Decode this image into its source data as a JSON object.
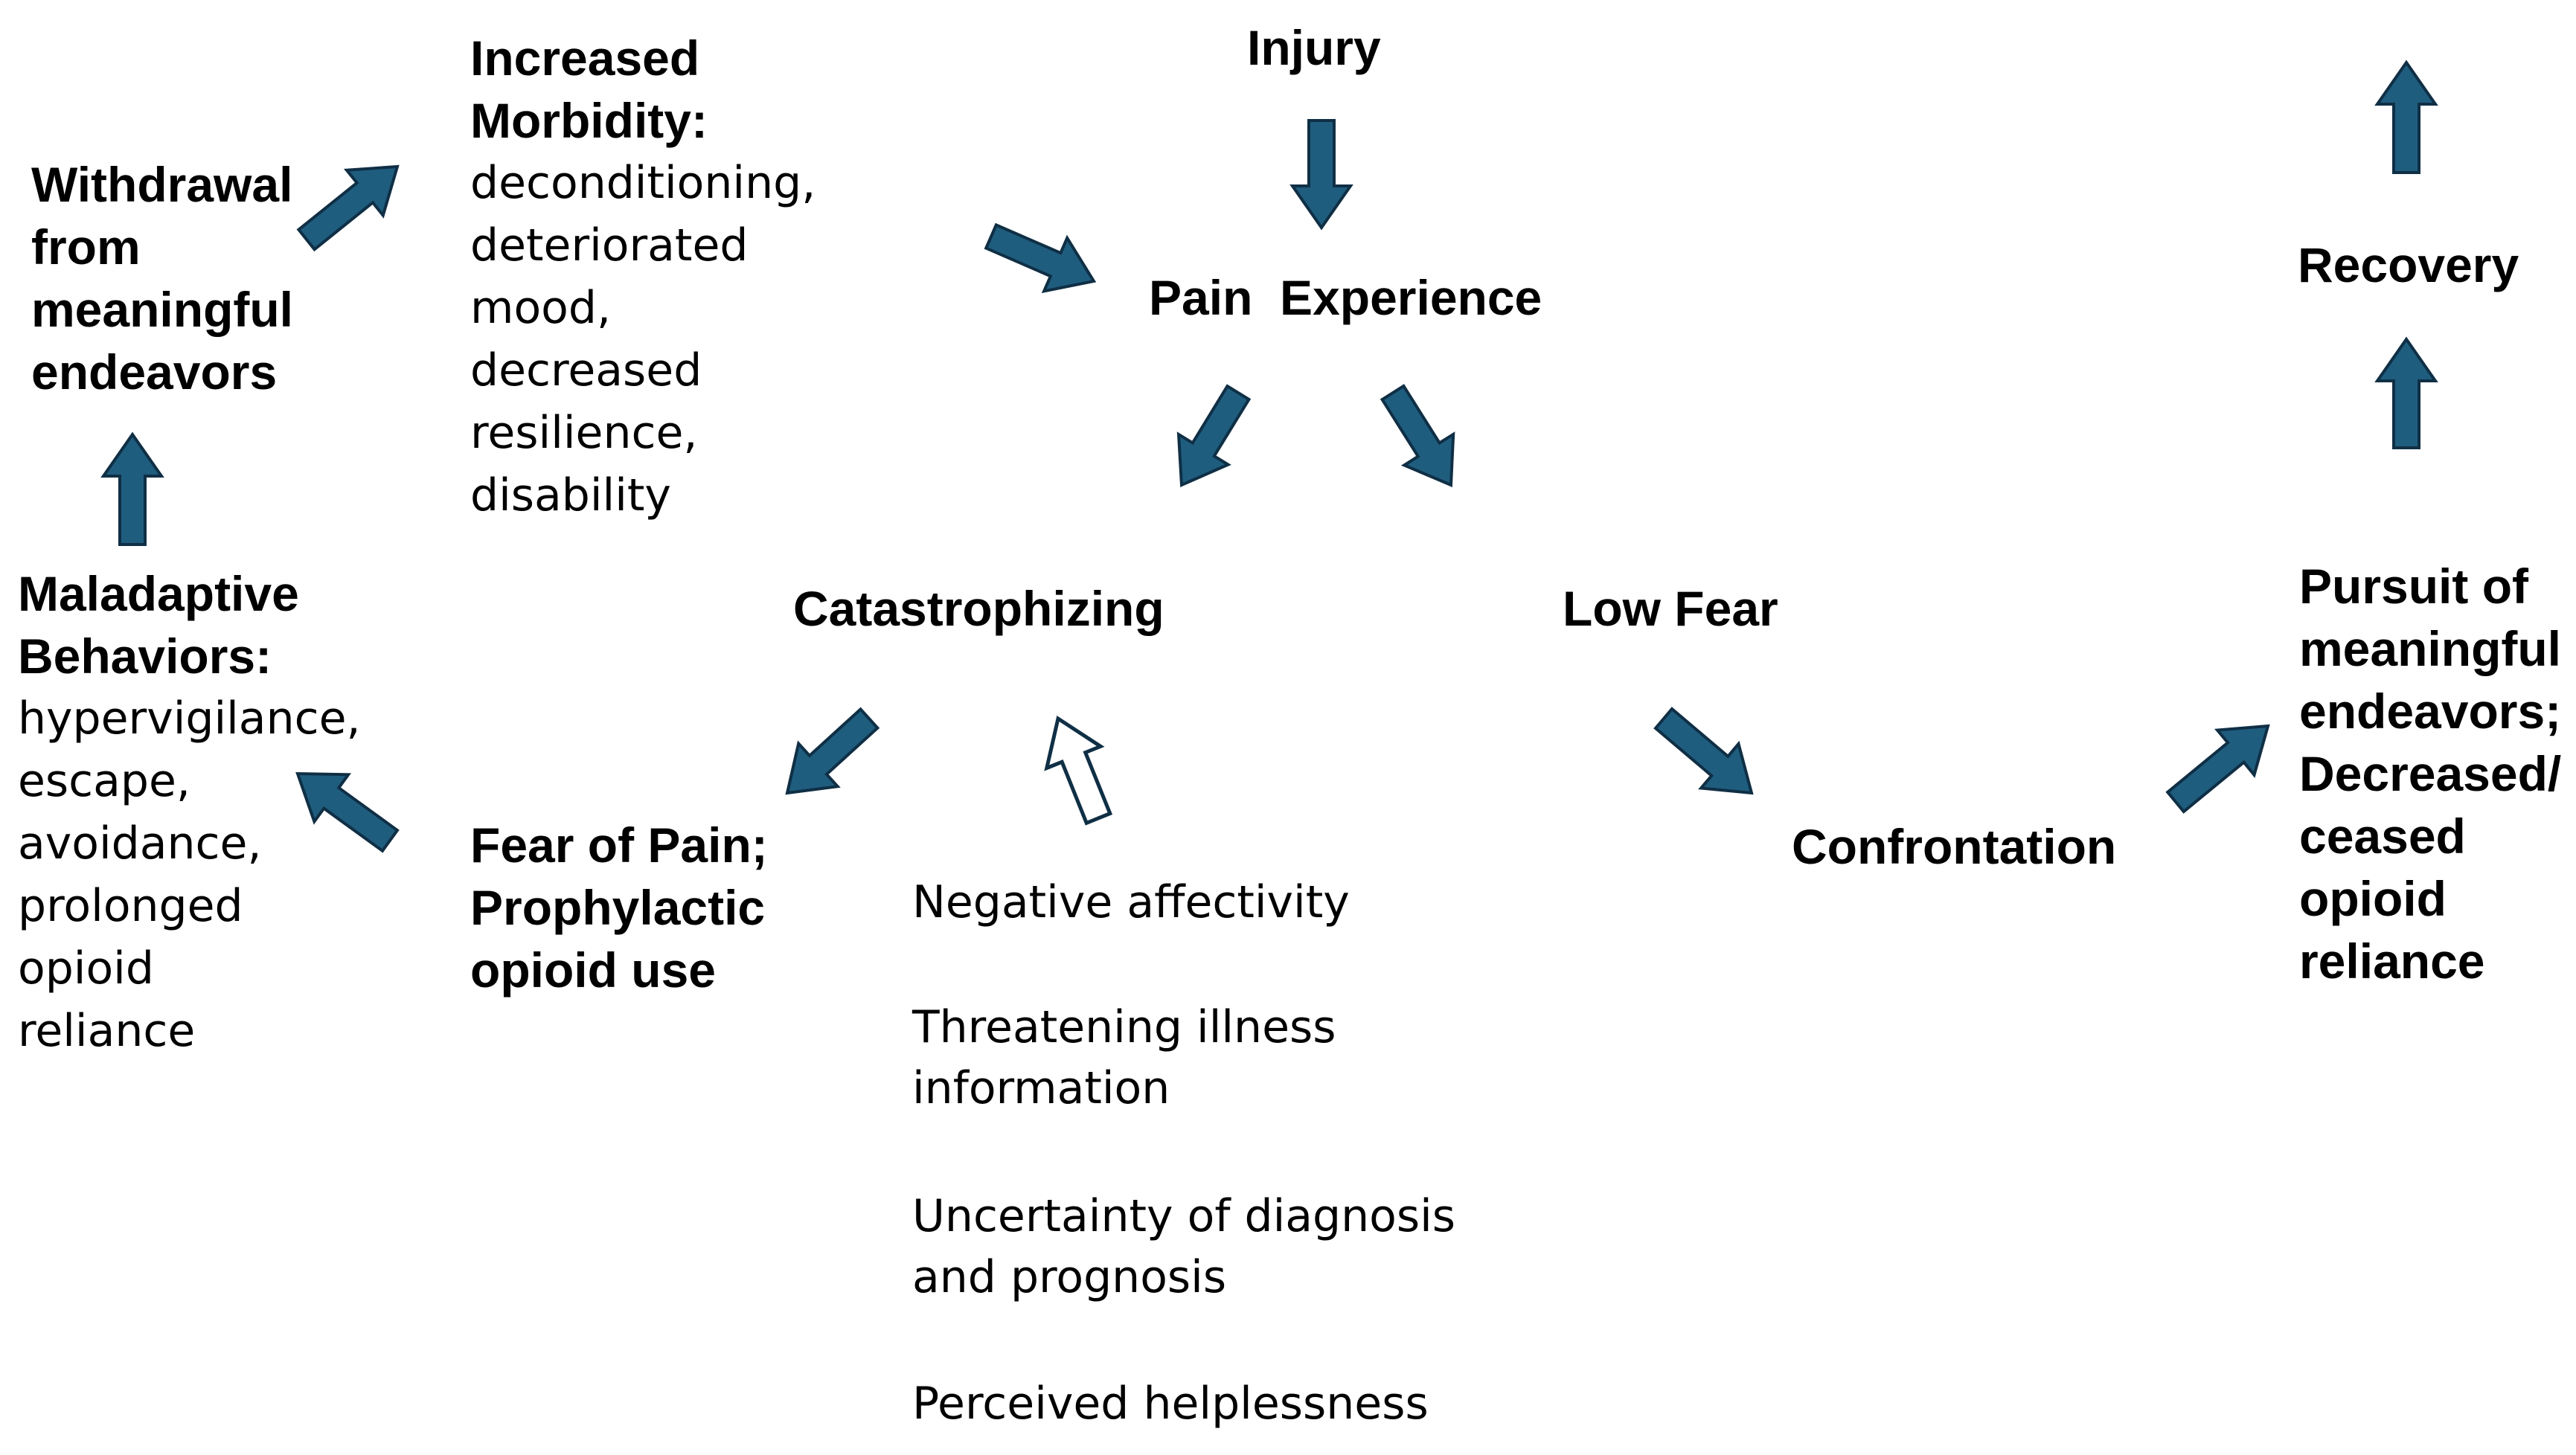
{
  "colors": {
    "arrow_fill": "#1f5d7e",
    "arrow_stroke": "#0f2f45",
    "hollow_fill": "#ffffff",
    "text": "#000000"
  },
  "nodes": {
    "injury": {
      "title": [
        "Injury"
      ]
    },
    "pain_experience": {
      "title": [
        "Pain  Experience"
      ]
    },
    "catastrophizing": {
      "title": [
        "Catastrophizing"
      ]
    },
    "low_fear": {
      "title": [
        "Low Fear"
      ]
    },
    "fear_of_pain": {
      "title": [
        "Fear of Pain;",
        "Prophylactic",
        "opioid use"
      ]
    },
    "maladaptive": {
      "title": [
        "Maladaptive",
        "Behaviors:"
      ],
      "body": [
        "hypervigilance,",
        "escape,",
        "avoidance,",
        "prolonged",
        "opioid",
        "reliance"
      ]
    },
    "withdrawal": {
      "title": [
        "Withdrawal",
        "from",
        "meaningful",
        "endeavors"
      ]
    },
    "morbidity": {
      "title": [
        "Increased",
        "Morbidity:"
      ],
      "body": [
        "deconditioning,",
        "deteriorated",
        "mood,",
        "decreased",
        "resilience,",
        "disability"
      ]
    },
    "confrontation": {
      "title": [
        "Confrontation"
      ]
    },
    "pursuit": {
      "title": [
        "Pursuit of",
        "meaningful",
        "endeavors;",
        "Decreased/",
        "ceased",
        "opioid",
        "reliance"
      ]
    },
    "recovery": {
      "title": [
        "Recovery"
      ]
    }
  },
  "factors": [
    [
      "Negative affectivity"
    ],
    [
      "Threatening illness",
      "information"
    ],
    [
      "Uncertainty of diagnosis",
      "and prognosis"
    ],
    [
      "Perceived helplessness"
    ]
  ],
  "arrows": [
    {
      "name": "arrow-injury-to-pain",
      "from": "injury",
      "to": "pain_experience",
      "style": "solid"
    },
    {
      "name": "arrow-pain-to-catastrophizing",
      "from": "pain_experience",
      "to": "catastrophizing",
      "style": "solid"
    },
    {
      "name": "arrow-pain-to-low-fear",
      "from": "pain_experience",
      "to": "low_fear",
      "style": "solid"
    },
    {
      "name": "arrow-catastrophizing-to-fear",
      "from": "catastrophizing",
      "to": "fear_of_pain",
      "style": "solid"
    },
    {
      "name": "arrow-factors-to-catastrophizing",
      "from": "factors",
      "to": "catastrophizing",
      "style": "hollow"
    },
    {
      "name": "arrow-fear-to-maladaptive",
      "from": "fear_of_pain",
      "to": "maladaptive",
      "style": "solid"
    },
    {
      "name": "arrow-maladaptive-to-withdrawal",
      "from": "maladaptive",
      "to": "withdrawal",
      "style": "solid"
    },
    {
      "name": "arrow-withdrawal-to-morbidity",
      "from": "withdrawal",
      "to": "morbidity",
      "style": "solid"
    },
    {
      "name": "arrow-morbidity-to-pain",
      "from": "morbidity",
      "to": "pain_experience",
      "style": "solid"
    },
    {
      "name": "arrow-low-fear-to-confrontation",
      "from": "low_fear",
      "to": "confrontation",
      "style": "solid"
    },
    {
      "name": "arrow-confrontation-to-pursuit",
      "from": "confrontation",
      "to": "pursuit",
      "style": "solid"
    },
    {
      "name": "arrow-pursuit-to-recovery",
      "from": "pursuit",
      "to": "recovery",
      "style": "solid"
    },
    {
      "name": "arrow-recovery-up",
      "from": "recovery",
      "to": "",
      "style": "solid"
    }
  ]
}
